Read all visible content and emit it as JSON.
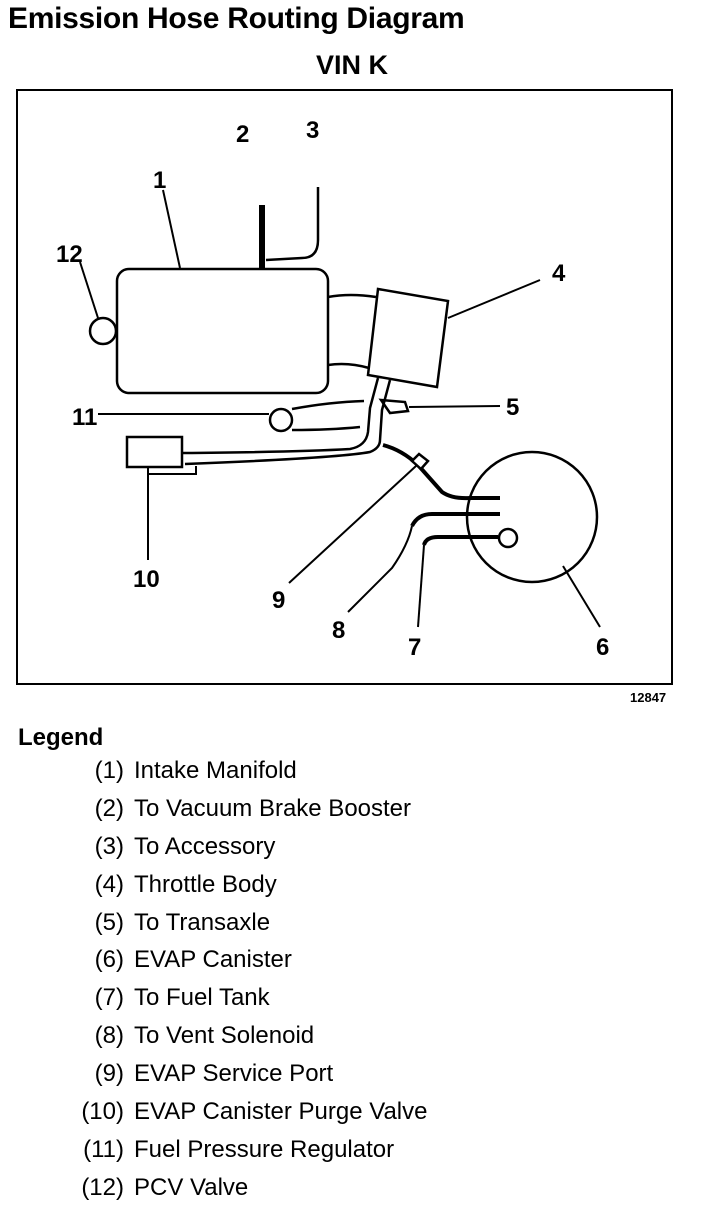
{
  "title": "Emission Hose Routing Diagram",
  "subtitle": "VIN K",
  "figure_id": "12847",
  "callouts": [
    "1",
    "2",
    "3",
    "4",
    "5",
    "6",
    "7",
    "8",
    "9",
    "10",
    "11",
    "12"
  ],
  "legend": {
    "title": "Legend",
    "items": [
      {
        "num": "(1)",
        "label": "Intake Manifold"
      },
      {
        "num": "(2)",
        "label": "To Vacuum Brake Booster"
      },
      {
        "num": "(3)",
        "label": "To Accessory"
      },
      {
        "num": "(4)",
        "label": "Throttle Body"
      },
      {
        "num": "(5)",
        "label": "To Transaxle"
      },
      {
        "num": "(6)",
        "label": "EVAP Canister"
      },
      {
        "num": "(7)",
        "label": "To Fuel Tank"
      },
      {
        "num": "(8)",
        "label": "To Vent Solenoid"
      },
      {
        "num": "(9)",
        "label": "EVAP Service Port"
      },
      {
        "num": "(10)",
        "label": "EVAP Canister Purge Valve"
      },
      {
        "num": "(11)",
        "label": "Fuel Pressure Regulator"
      },
      {
        "num": "(12)",
        "label": "PCV Valve"
      }
    ]
  }
}
